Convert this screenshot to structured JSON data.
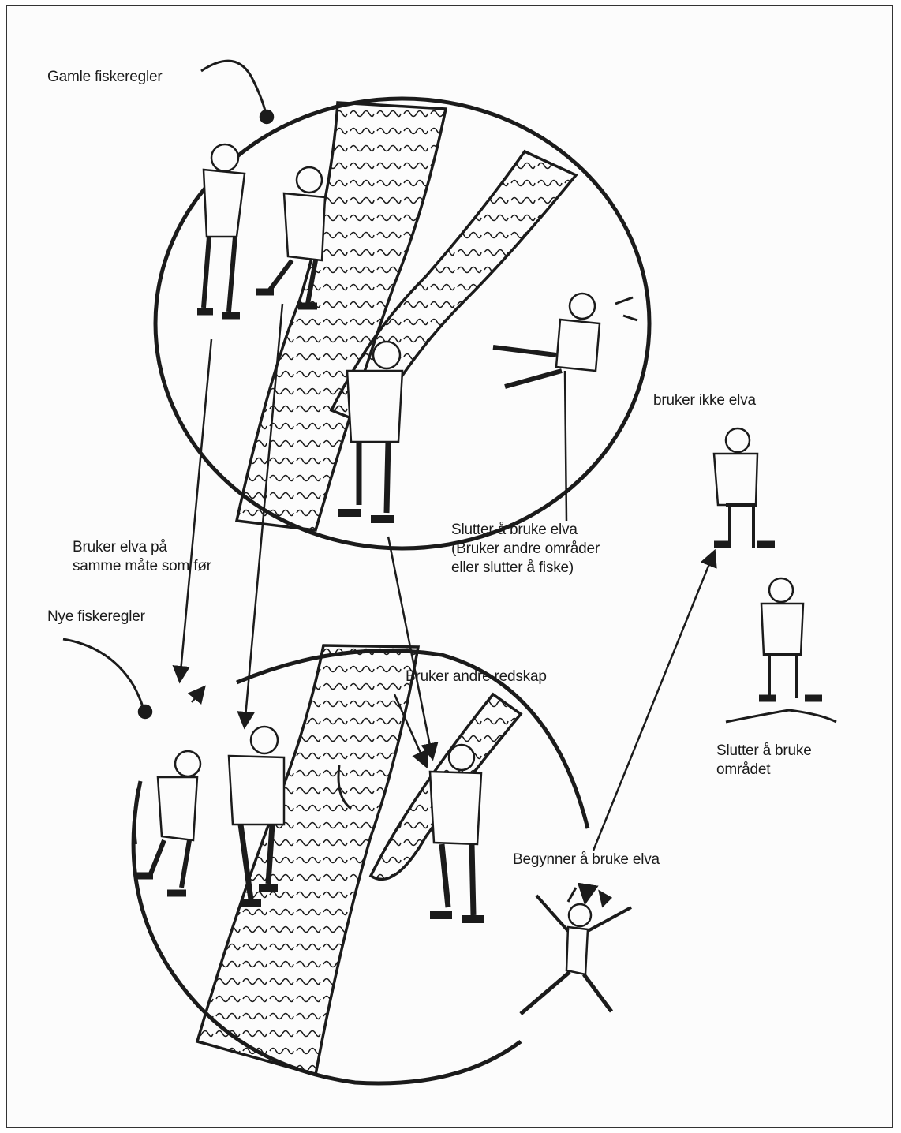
{
  "labels": {
    "old_rules": "Gamle fiskeregler",
    "new_rules": "Nye fiskeregler",
    "same_use": [
      "Bruker elva på",
      "samme måte som før"
    ],
    "stops_using": [
      "Slutter å bruke elva",
      "(Bruker andre områder",
      "eller slutter å fiske)"
    ],
    "not_using": "bruker ikke elva",
    "other_gear": "Bruker andre redskap",
    "stops_area": [
      "Slutter å bruke",
      "området"
    ],
    "starts_using": "Begynner å bruke elva"
  },
  "colors": {
    "ink": "#1b1b1b",
    "paper": "#fcfcfc"
  }
}
